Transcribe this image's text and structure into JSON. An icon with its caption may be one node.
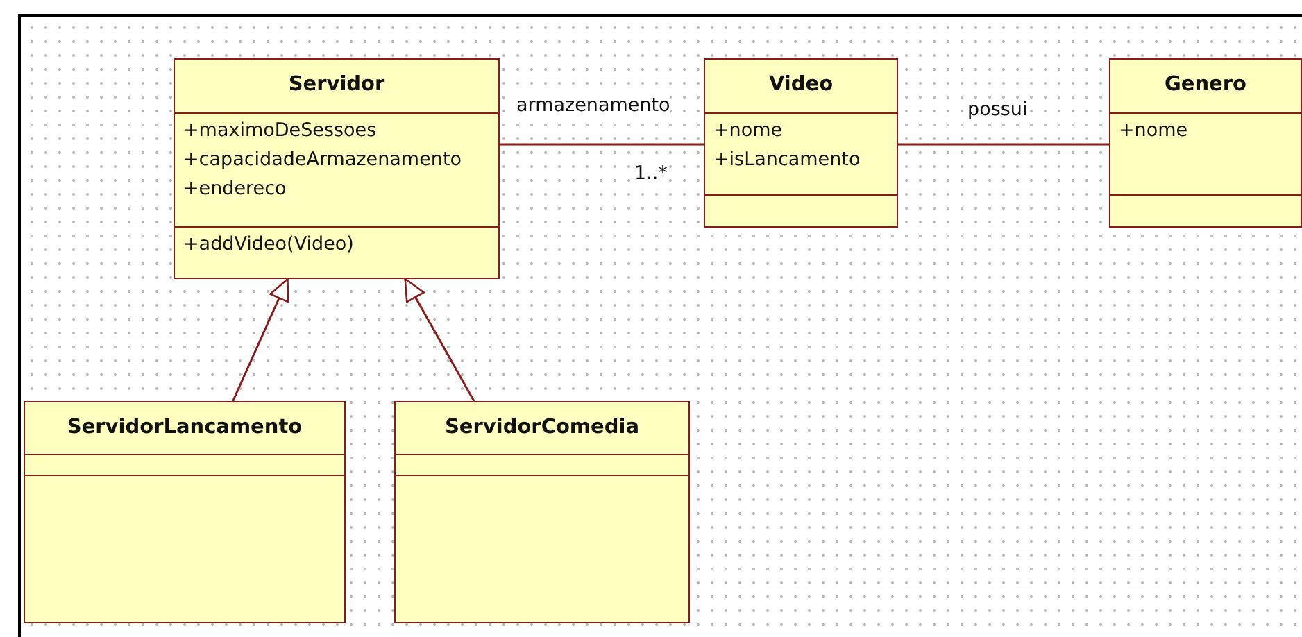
{
  "diagram": {
    "nodes": [
      {
        "text": [
          "Servidor",
          "+maximoDeSessoes",
          "+capacidadeArmazenamento",
          "+endereco",
          "+addVideo(Video)"
        ]
      },
      {
        "text": [
          "Video",
          "+nome",
          "+isLancamento"
        ]
      },
      {
        "text": [
          "Genero",
          "+nome"
        ]
      },
      {
        "text": [
          "ServidorLancamento"
        ]
      },
      {
        "text": [
          "ServidorComedia"
        ]
      }
    ],
    "edges": [
      {
        "from": 0,
        "to": 1,
        "arrow": "none",
        "label": "armazenamento"
      },
      {
        "from": 1,
        "to": 2,
        "arrow": "none",
        "label": "possui"
      },
      {
        "from": 3,
        "to": 0,
        "arrow": "to"
      },
      {
        "from": 4,
        "to": 0,
        "arrow": "to"
      }
    ],
    "labels": [
      "1..*"
    ]
  }
}
